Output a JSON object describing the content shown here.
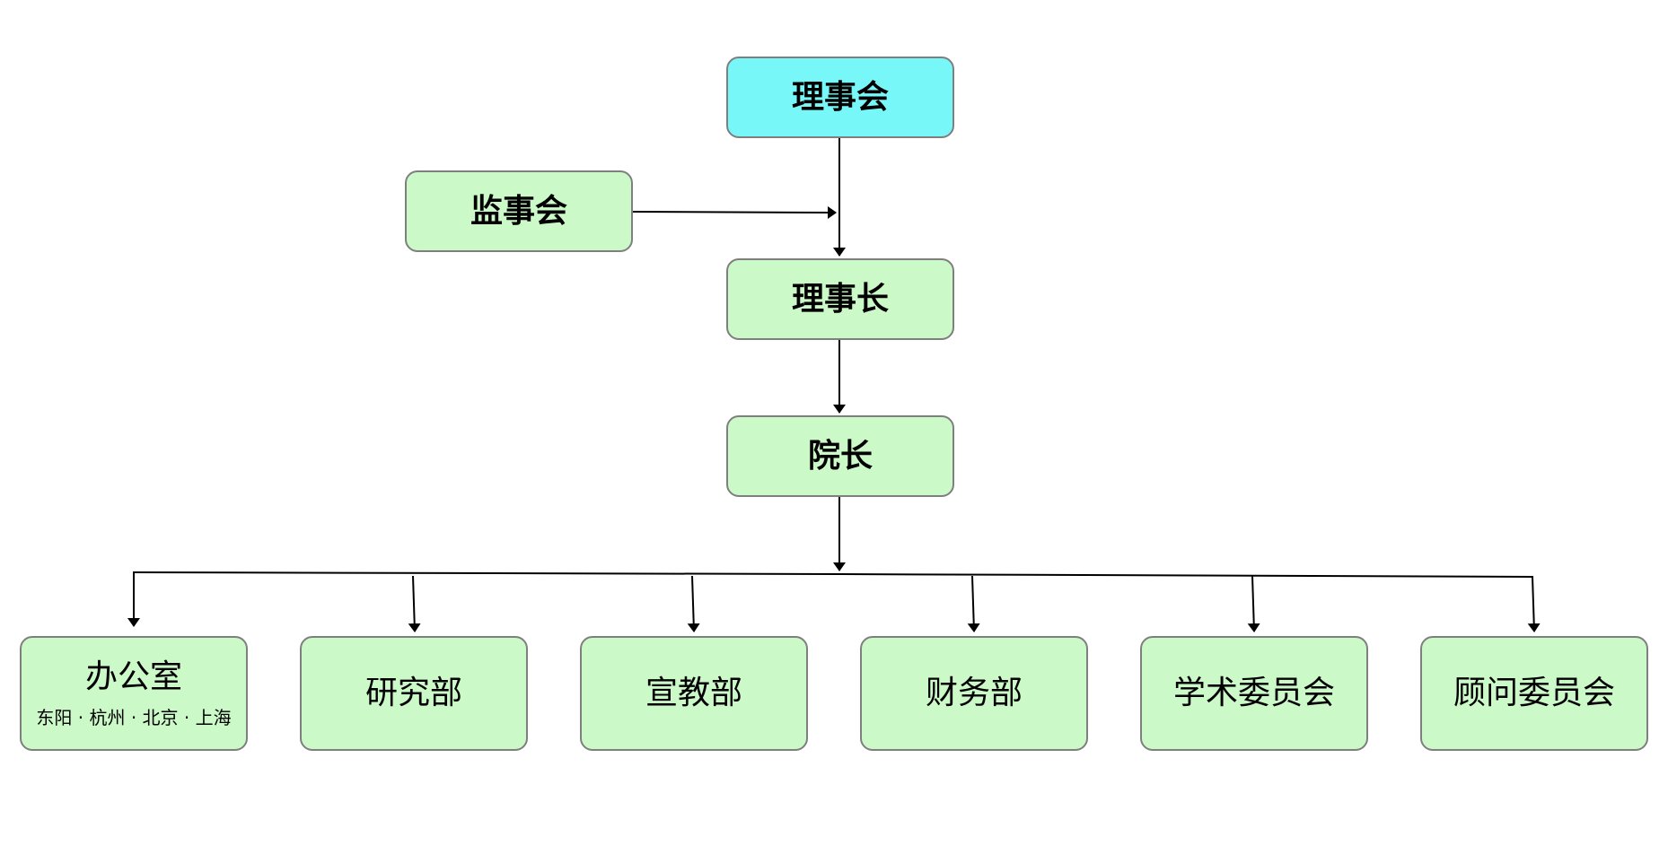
{
  "colors": {
    "top_fill": "#78f7f8",
    "node_fill": "#ccf9c8",
    "border": "#7f7f7f",
    "line": "#000000"
  },
  "nodes": {
    "board": "理事会",
    "supervisors": "监事会",
    "chairman": "理事长",
    "president": "院长",
    "departments": [
      {
        "label": "办公室",
        "sub": "东阳 · 杭州 · 北京 · 上海"
      },
      {
        "label": "研究部"
      },
      {
        "label": "宣教部"
      },
      {
        "label": "财务部"
      },
      {
        "label": "学术委员会"
      },
      {
        "label": "顾问委员会"
      }
    ]
  }
}
